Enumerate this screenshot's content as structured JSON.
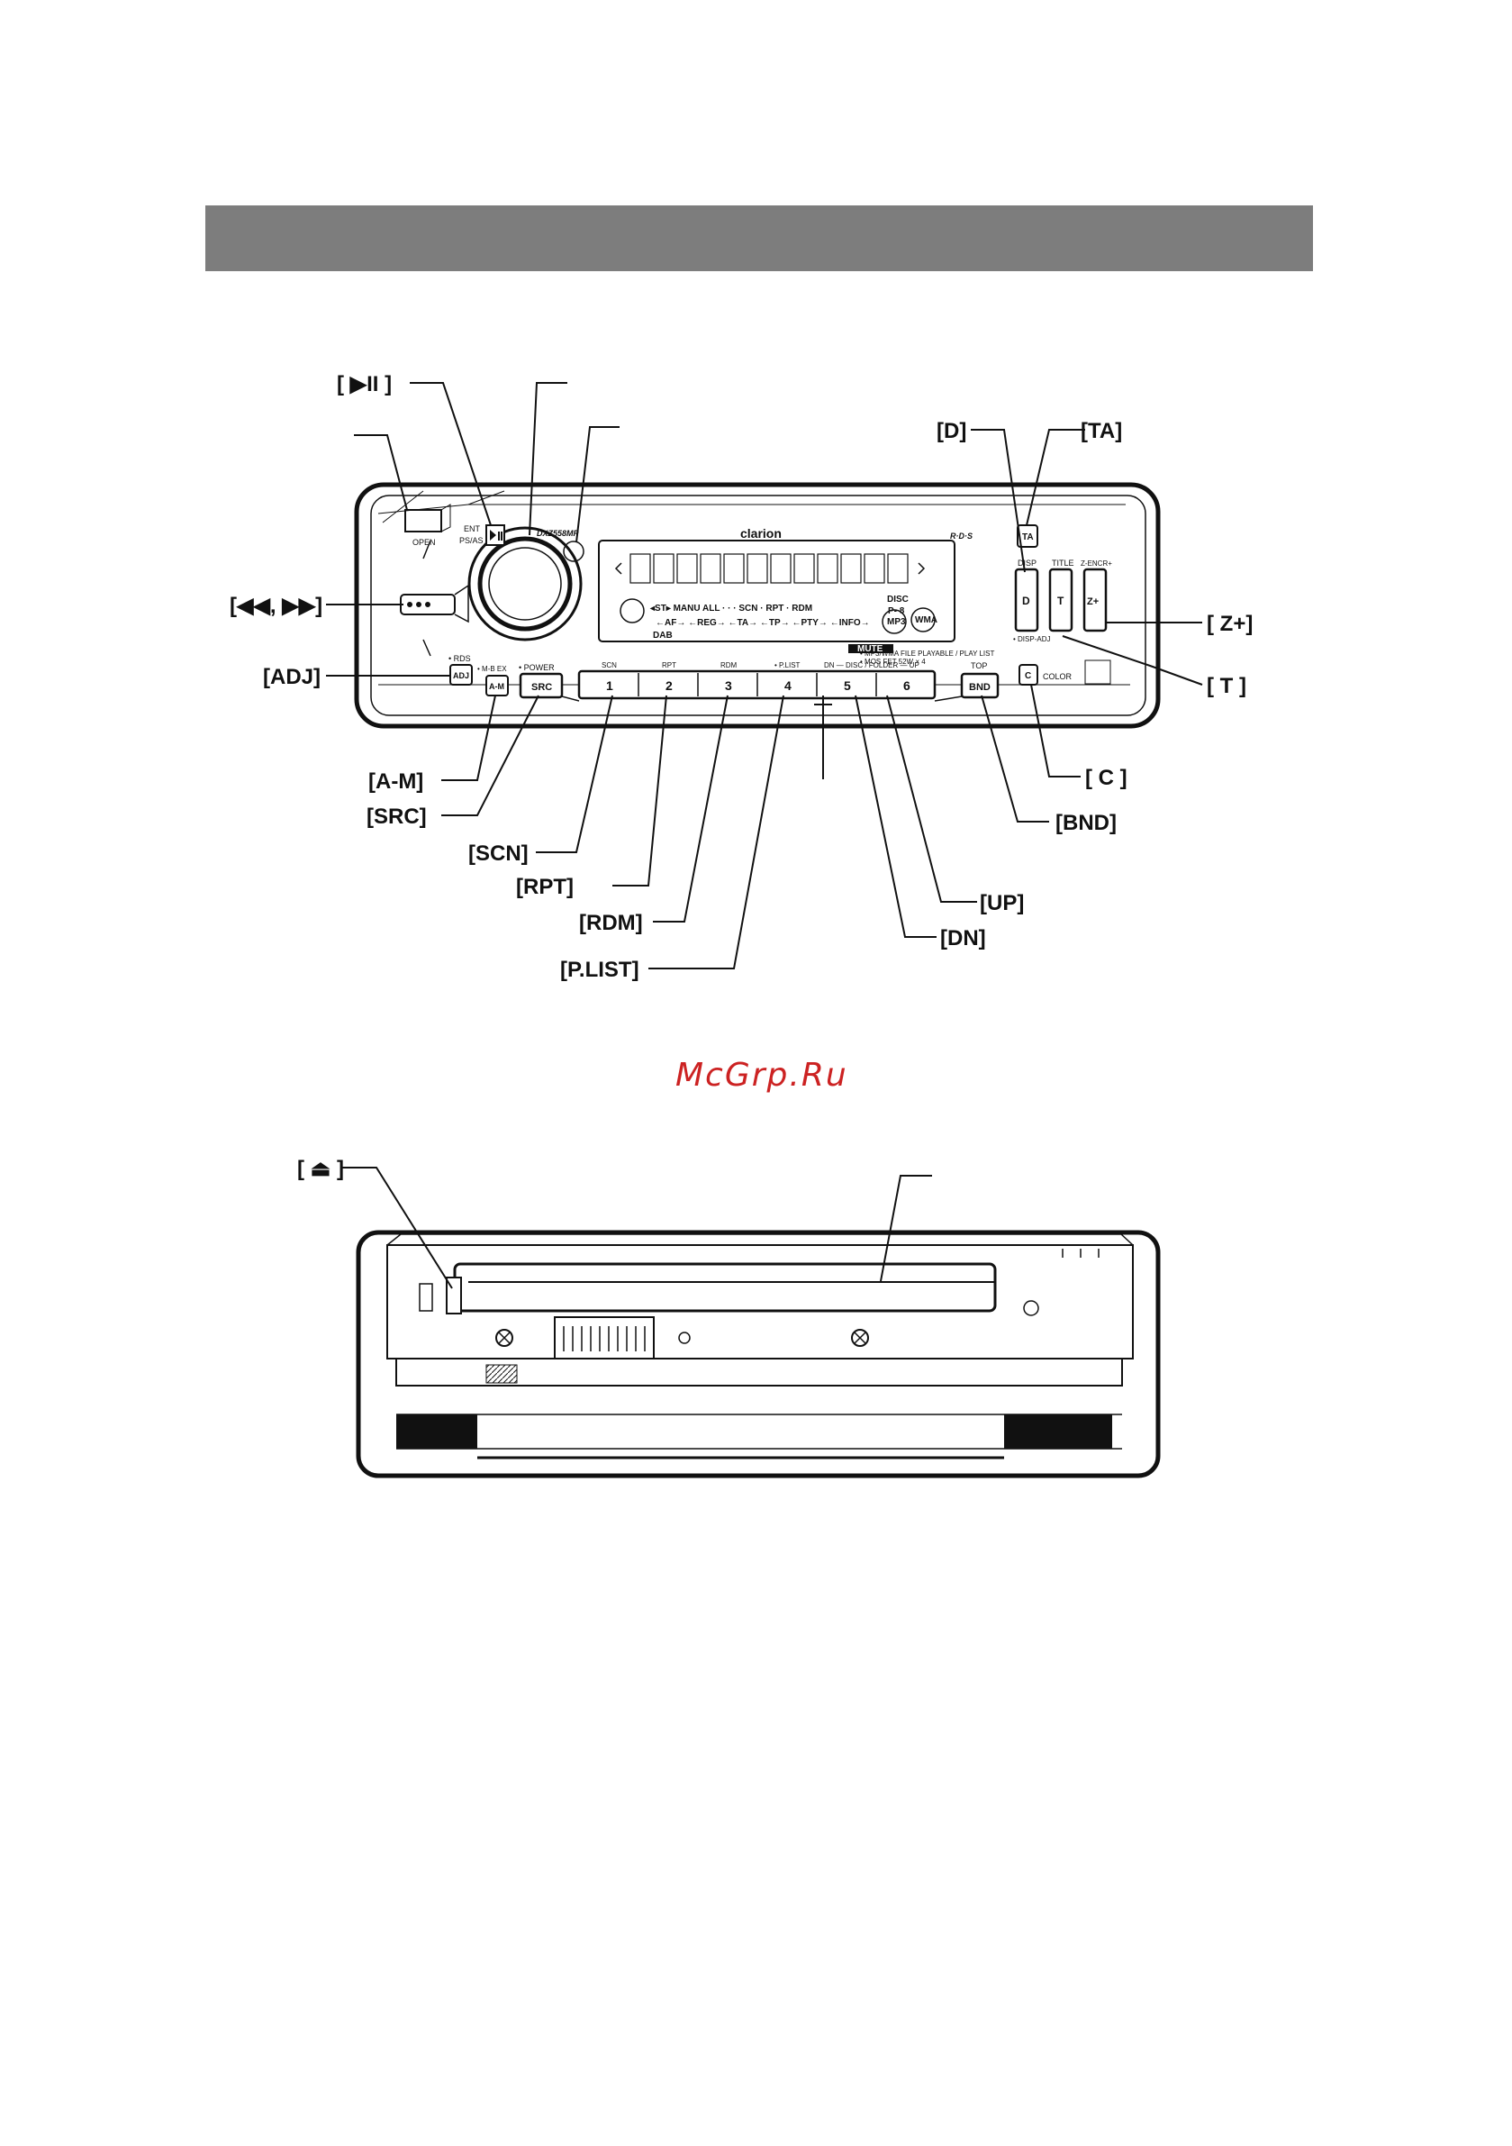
{
  "watermark": "McGrp.Ru",
  "front_panel": {
    "callouts": {
      "play_pause": "[ ▶II ]",
      "seek": "[◀◀, ▶▶]",
      "adj": "[ADJ]",
      "am": "[A-M]",
      "src": "[SRC]",
      "scn": "[SCN]",
      "rpt": "[RPT]",
      "rdm": "[RDM]",
      "plist": "[P.LIST]",
      "d": "[D]",
      "ta": "[TA]",
      "zplus": "[ Z+]",
      "t": "[ T ]",
      "c": "[ C ]",
      "bnd": "[BND]",
      "up": "[UP]",
      "dn": "[DN]"
    },
    "brand": "clarion",
    "model": "DXZ558MP",
    "rds_logo": "R·D·S",
    "panel_labels": {
      "open": "OPEN",
      "ent": "ENT",
      "ps_as": "PS/AS",
      "rds": "• RDS",
      "m_b_ex": "• M-B EX",
      "power": "• POWER",
      "scn": "SCN",
      "rpt": "RPT",
      "rdm": "RDM",
      "plist": "• P.LIST",
      "disc_folder": "DN — DISC / FOLDER — UP",
      "top": "TOP",
      "disp": "DISP",
      "disp_adj": "• DISP-ADJ",
      "title": "TITLE",
      "z_enhancer": "Z-ENCR+",
      "color": "COLOR",
      "mp3_note": "• MP3/WMA FILE PLAYABLE / PLAY LIST",
      "mosfet_note": "• MOS FET 52W × 4"
    },
    "buttons": {
      "adj": "ADJ",
      "am": "A-M",
      "src": "SRC",
      "bnd": "BND",
      "ta": "TA",
      "d": "D",
      "t": "T",
      "zplus": "Z+",
      "c": "C",
      "presets": [
        "1",
        "2",
        "3",
        "4",
        "5",
        "6"
      ]
    },
    "lcd": {
      "row1": "◂ST▸  MANU  ALL · · ·  SCN · RPT · RDM",
      "disc": "DISC",
      "disc_num": "P- 8",
      "row2": "←AF→ ←REG→ ←TA→ ←TP→ ←PTY→ ←INFO→",
      "dab": "DAB",
      "mute": "MUTE",
      "mp3": "MP3",
      "wma": "WMA"
    }
  },
  "inner_panel": {
    "callouts": {
      "eject": "[ ⏏ ]"
    }
  }
}
